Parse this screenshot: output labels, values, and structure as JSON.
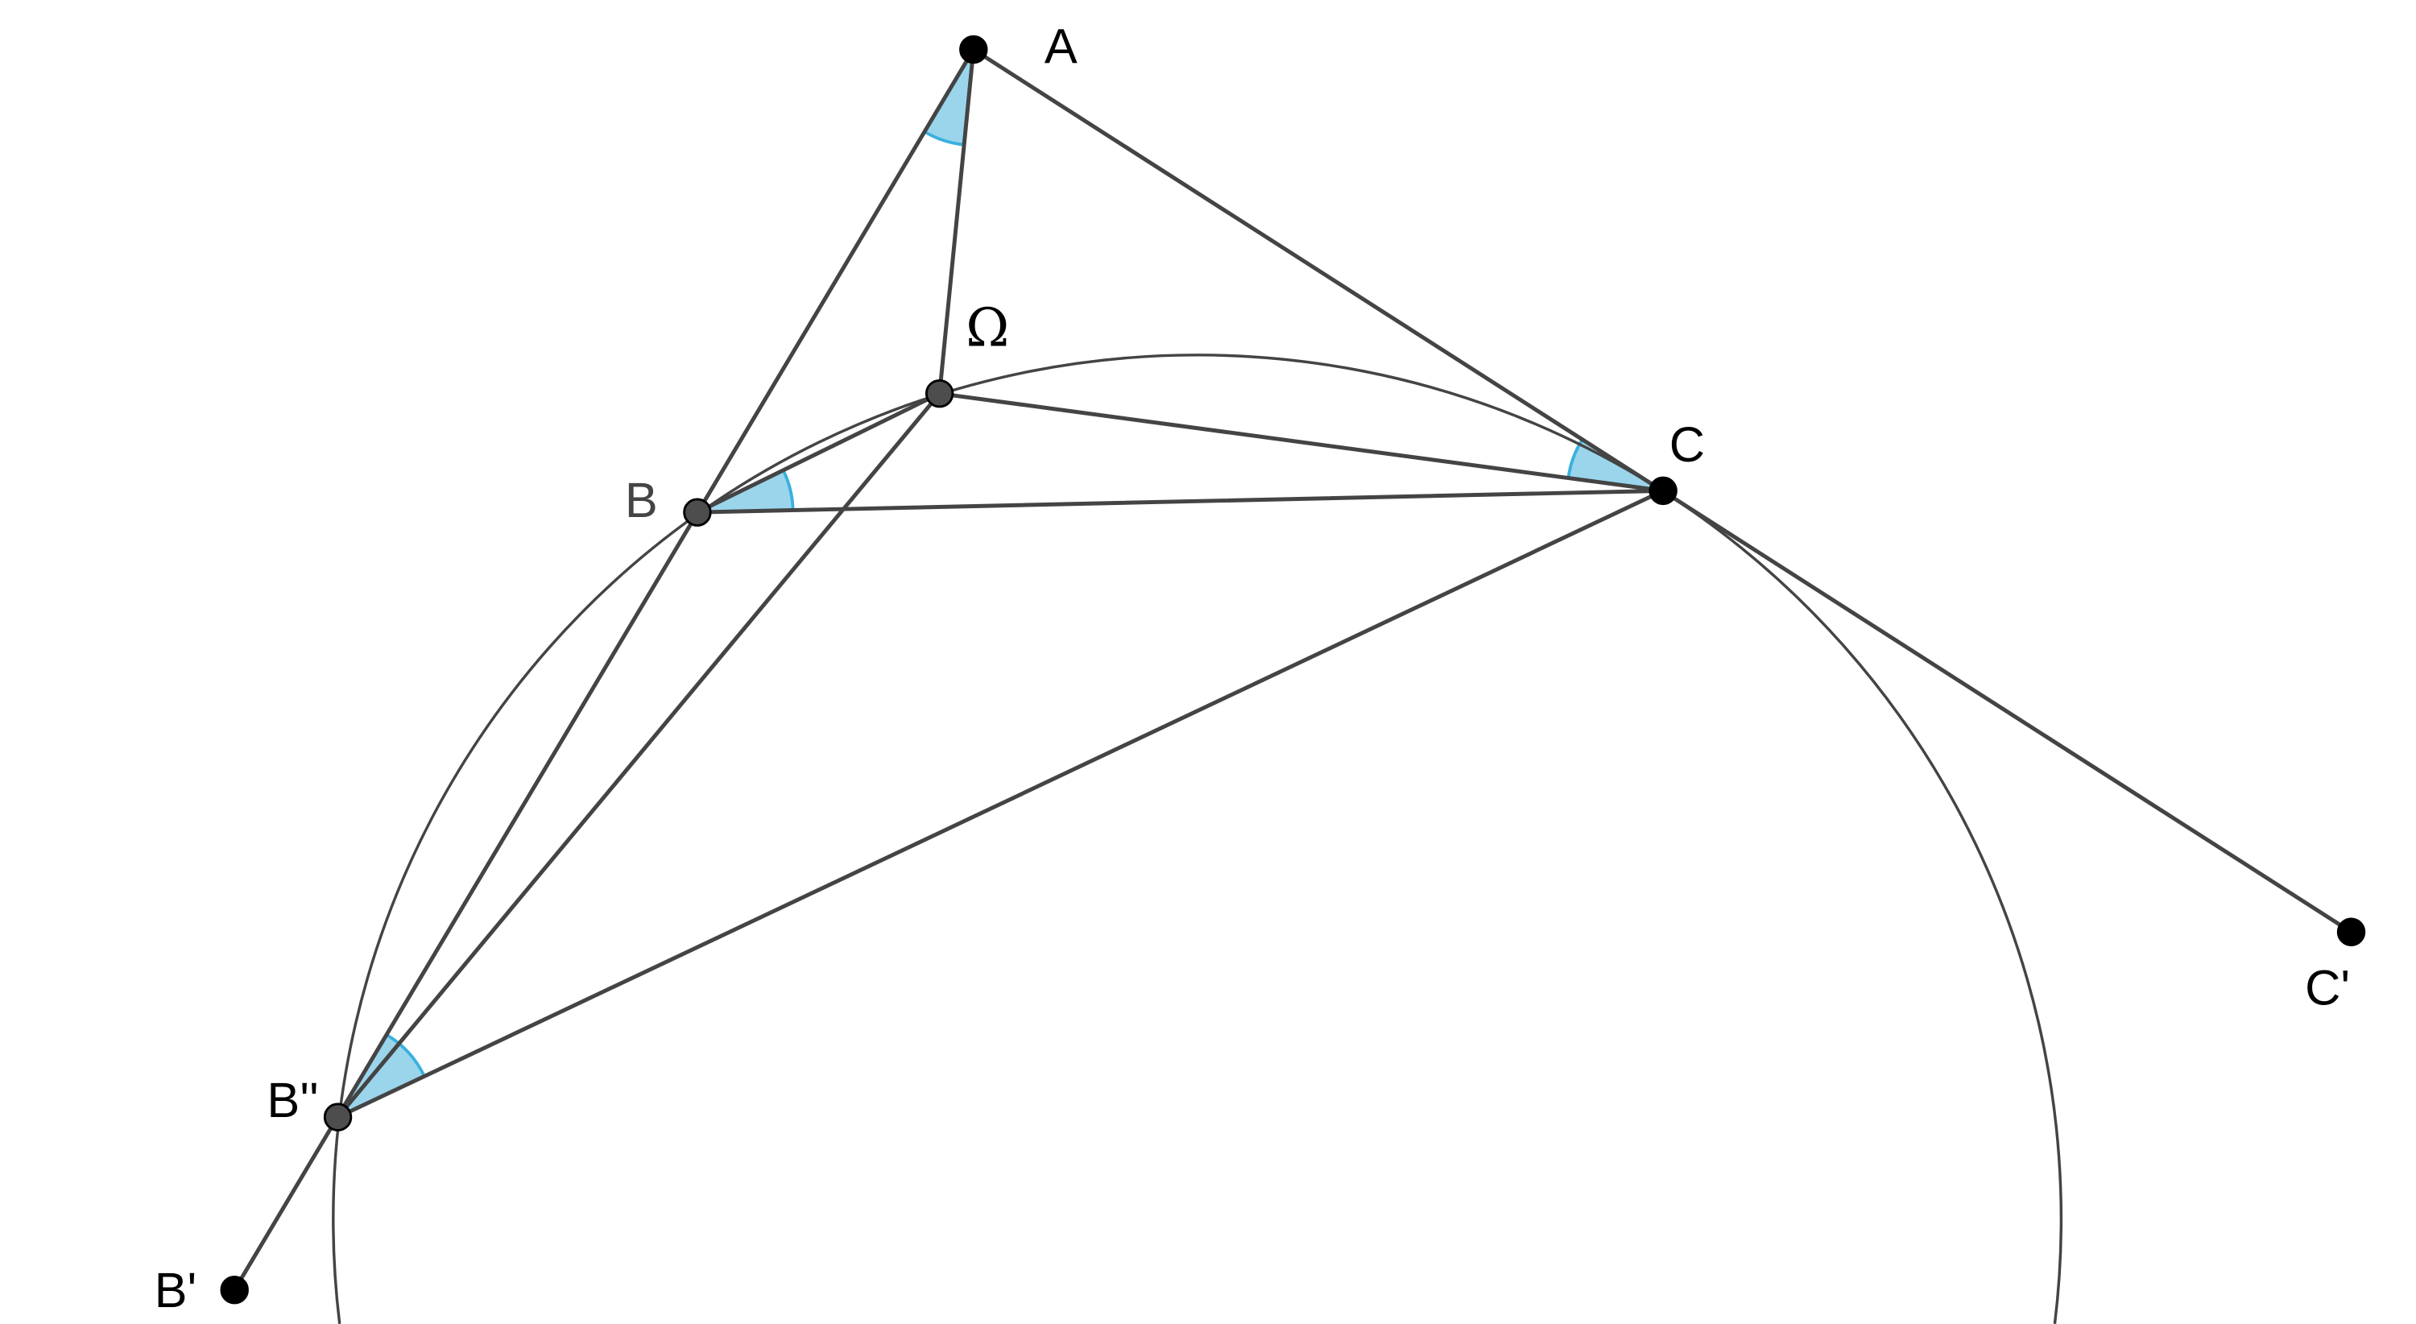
{
  "points": {
    "A": "A",
    "B": "B",
    "C": "C",
    "Omega": "Ω",
    "B_prime": "B'",
    "B_double_prime": "B''",
    "C_prime": "C'"
  },
  "colors": {
    "line": "#444444",
    "angle_fill": "#8fd0ea",
    "angle_stroke": "#3ab0dd",
    "point_free": "#000000",
    "point_dependent": "#4d4d4d"
  }
}
